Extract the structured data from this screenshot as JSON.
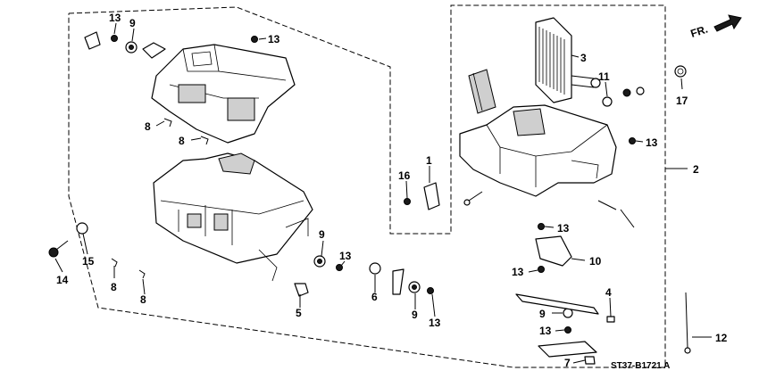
{
  "diagram": {
    "direction_label": "FR.",
    "drawing_code": "ST37-B1721 A",
    "callouts": [
      {
        "id": "c13a",
        "label": "13"
      },
      {
        "id": "c9a",
        "label": "9"
      },
      {
        "id": "c13b",
        "label": "13"
      },
      {
        "id": "c8a",
        "label": "8"
      },
      {
        "id": "c8b",
        "label": "8"
      },
      {
        "id": "c16",
        "label": "16"
      },
      {
        "id": "c1",
        "label": "1"
      },
      {
        "id": "c3",
        "label": "3"
      },
      {
        "id": "c11",
        "label": "11"
      },
      {
        "id": "c17",
        "label": "17"
      },
      {
        "id": "c13c",
        "label": "13"
      },
      {
        "id": "c2",
        "label": "2"
      },
      {
        "id": "c13d",
        "label": "13"
      },
      {
        "id": "c10",
        "label": "10"
      },
      {
        "id": "c13e",
        "label": "13"
      },
      {
        "id": "c4",
        "label": "4"
      },
      {
        "id": "c9b",
        "label": "9"
      },
      {
        "id": "c13f",
        "label": "13"
      },
      {
        "id": "c12",
        "label": "12"
      },
      {
        "id": "c7",
        "label": "7"
      },
      {
        "id": "c14",
        "label": "14"
      },
      {
        "id": "c15",
        "label": "15"
      },
      {
        "id": "c8c",
        "label": "8"
      },
      {
        "id": "c8d",
        "label": "8"
      },
      {
        "id": "c9c",
        "label": "9"
      },
      {
        "id": "c13g",
        "label": "13"
      },
      {
        "id": "c5",
        "label": "5"
      },
      {
        "id": "c6",
        "label": "6"
      },
      {
        "id": "c9d",
        "label": "9"
      },
      {
        "id": "c13h",
        "label": "13"
      }
    ]
  }
}
